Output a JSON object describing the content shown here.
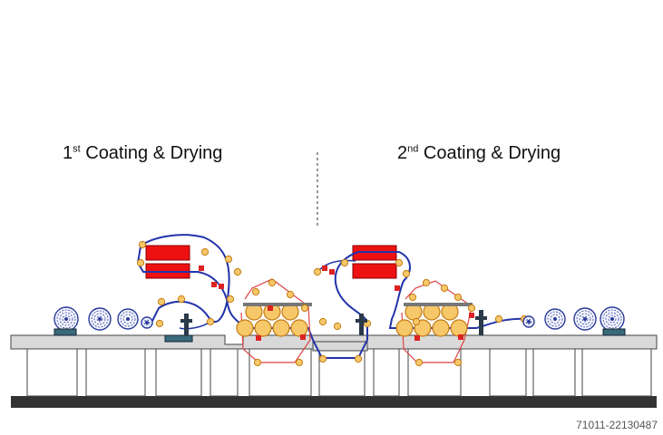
{
  "sections": [
    {
      "num": "1",
      "sup": "st",
      "text": " Coating & Drying"
    },
    {
      "num": "2",
      "sup": "nd",
      "text": " Coating & Drying"
    }
  ],
  "reference": "71011-22130487",
  "colors": {
    "frame": "#d9d9d9",
    "frame_stroke": "#444444",
    "floor": "#333333",
    "web_path": "#2233aa",
    "dryer": "#ee1111",
    "roll": "#f6c86a",
    "roll_stroke": "#c47a10",
    "guide_red": "#dd2222",
    "guide_line": "#dd4444",
    "reel": "#2a3a9a"
  },
  "icons": [
    "unwind-reel-icon",
    "rewind-reel-icon",
    "dryer-hood-icon",
    "drum-roll-icon",
    "coater-station-icon"
  ]
}
